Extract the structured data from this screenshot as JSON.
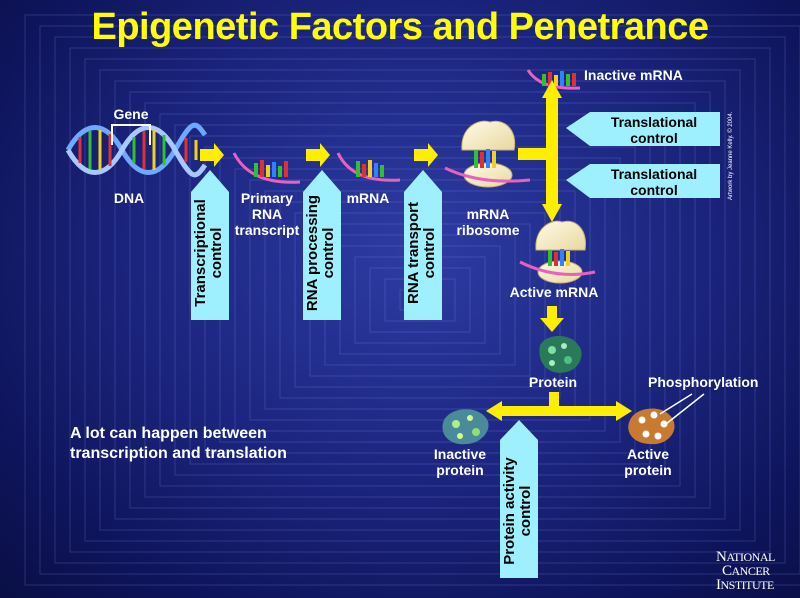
{
  "title": "Epigenetic Factors and Penetrance",
  "labels": {
    "gene": "Gene",
    "dna": "DNA",
    "primary_rna": "Primary\nRNA\ntranscript",
    "mrna": "mRNA",
    "mrna_ribosome": "mRNA\nribosome",
    "inactive_mrna": "Inactive mRNA",
    "active_mrna": "Active mRNA",
    "protein": "Protein",
    "phosphorylation": "Phosphorylation",
    "inactive_protein": "Inactive\nprotein",
    "active_protein": "Active\nprotein"
  },
  "controls": {
    "transcriptional": "Transcriptional\ncontrol",
    "rna_processing": "RNA processing\ncontrol",
    "rna_transport": "RNA transport\ncontrol",
    "translational_1": "Translational\ncontrol",
    "translational_2": "Translational\ncontrol",
    "protein_activity": "Protein activity\ncontrol"
  },
  "caption": "A lot can happen between\ntranscription and translation",
  "credit": "Artwork by Jeanne Kelly. © 2004.",
  "logo": "NATIONAL CANCER INSTITUTE",
  "colors": {
    "title": "#ffff00",
    "arrow_yellow": "#ffee00",
    "control_box": "#9ef0ff",
    "background": "#1c2680"
  }
}
